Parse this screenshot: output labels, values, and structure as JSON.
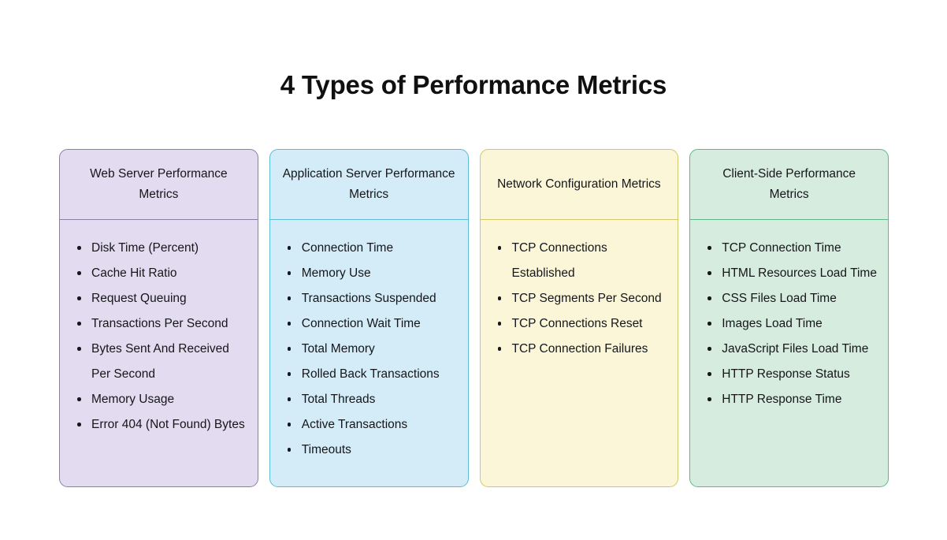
{
  "page": {
    "title": "4 Types of Performance Metrics",
    "background": "#ffffff",
    "text_color": "#15161a"
  },
  "cards": [
    {
      "id": "web-server-performance-metrics",
      "title": "Web Server Performance Metrics",
      "fill": "#e3dbef",
      "border": "#8a7fa7",
      "items": [
        "Disk Time (Percent)",
        "Cache Hit Ratio",
        "Request Queuing",
        "Transactions Per Second",
        "Bytes Sent And Received Per Second",
        "Memory Usage",
        "Error 404 (Not Found) Bytes"
      ]
    },
    {
      "id": "application-server-performance-metrics",
      "title": "Application Server Performance Metrics",
      "fill": "#d3ecf8",
      "border": "#5cbcd3",
      "items": [
        "Connection Time",
        "Memory Use",
        "Transactions Suspended",
        "Connection Wait Time",
        "Total Memory",
        "Rolled Back Transactions",
        "Total Threads",
        "Active Transactions",
        "Timeouts"
      ]
    },
    {
      "id": "network-configuration-metrics",
      "title": "Network Configuration Metrics",
      "fill": "#fbf6d7",
      "border": "#d3c769",
      "items": [
        "TCP Connections Established",
        "TCP Segments Per Second",
        "TCP Connections Reset",
        "TCP Connection Failures"
      ]
    },
    {
      "id": "client-side-performance-metrics",
      "title": "Client-Side Performance Metrics",
      "fill": "#d6ecdf",
      "border": "#5eb887",
      "items": [
        "TCP Connection Time",
        "HTML Resources Load Time",
        "CSS Files Load Time",
        "Images Load Time",
        "JavaScript Files Load Time",
        "HTTP Response Status",
        "HTTP Response Time"
      ]
    }
  ]
}
